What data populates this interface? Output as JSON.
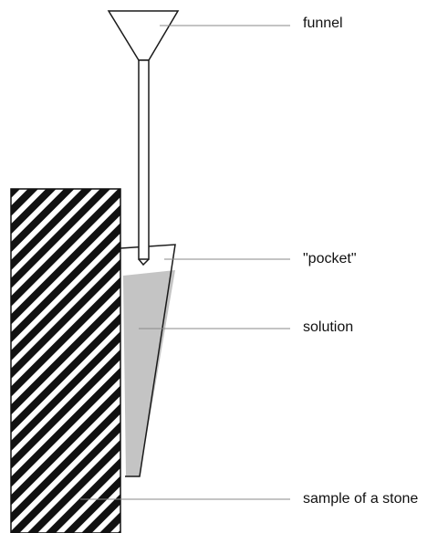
{
  "labels": {
    "funnel": "funnel",
    "pocket": "\"pocket\"",
    "solution": "solution",
    "stone": "sample of a stone"
  },
  "colors": {
    "line": "#1a1a1a",
    "leader": "#8a8a8a",
    "solution_fill": "#c4c4c4",
    "hatch_dark": "#111111",
    "hatch_light": "#ffffff"
  }
}
